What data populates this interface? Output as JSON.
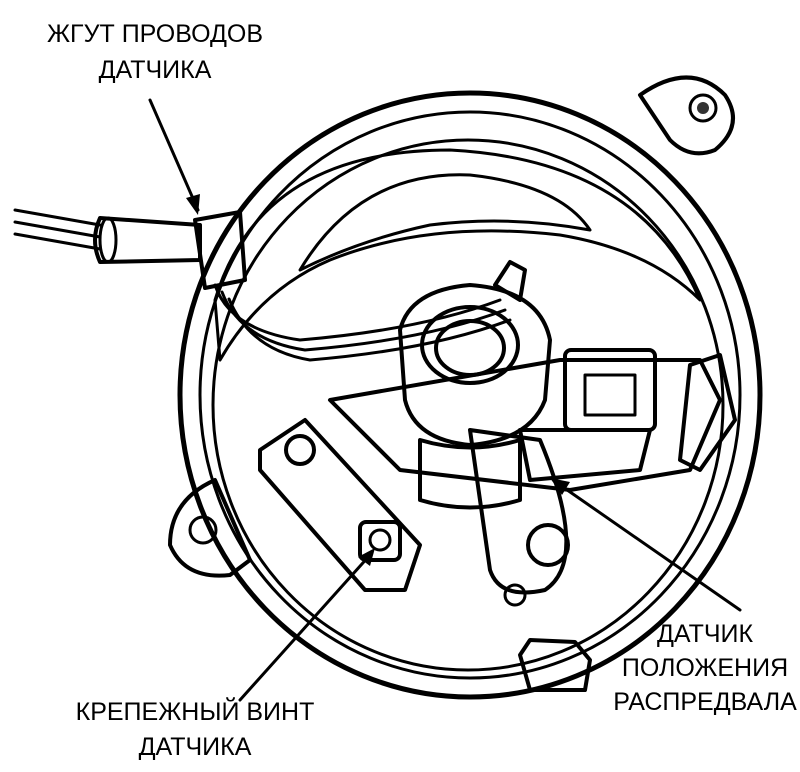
{
  "labels": {
    "harness": {
      "line1": "ЖГУТ ПРОВОДОВ",
      "line2": "ДАТЧИКА"
    },
    "sensor": {
      "line1": "ДАТЧИК",
      "line2": "ПОЛОЖЕНИЯ",
      "line3": "РАСПРЕДВАЛА"
    },
    "screw": {
      "line1": "КРЕПЕЖНЫЙ ВИНТ",
      "line2": "ДАТЧИКА"
    }
  },
  "colors": {
    "ink": "#000000",
    "paper": "#ffffff",
    "stipple": "#c8c8c8"
  }
}
